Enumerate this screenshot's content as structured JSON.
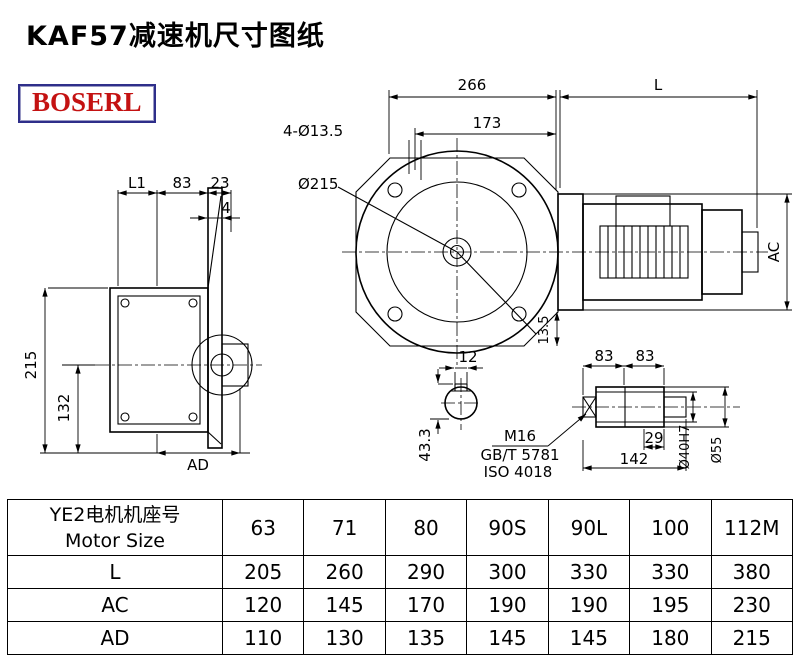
{
  "header": {
    "title": "KAF57减速机尺寸图纸",
    "logo": "BOSERL"
  },
  "drawing": {
    "labels": {
      "dim_266": "266",
      "dim_L": "L",
      "dim_173": "173",
      "holes": "4-Ø13.5",
      "dia_215": "Ø215",
      "dim_L1": "L1",
      "dim_83_top": "83",
      "dim_23": "23",
      "dim_4": "4",
      "dim_215v": "215",
      "dim_132": "132",
      "dim_AD": "AD",
      "dim_AC": "AC",
      "dim_13_5": "13.5",
      "dim_12": "12",
      "dim_43_3": "43.3",
      "thread": "M16",
      "std_gb": "GB/T 5781",
      "std_iso": "ISO 4018",
      "dim_83a": "83",
      "dim_83b": "83",
      "dim_29": "29",
      "dim_142": "142",
      "dia_40": "Ø40H7",
      "dia_55": "Ø55"
    }
  },
  "table": {
    "row_header": {
      "line1": "YE2电机机座号",
      "line2": "Motor Size"
    },
    "sizes": [
      "63",
      "71",
      "80",
      "90S",
      "90L",
      "100",
      "112M"
    ],
    "rows": [
      {
        "label": "L",
        "values": [
          "205",
          "260",
          "290",
          "300",
          "330",
          "330",
          "380"
        ]
      },
      {
        "label": "AC",
        "values": [
          "120",
          "145",
          "170",
          "190",
          "190",
          "195",
          "230"
        ]
      },
      {
        "label": "AD",
        "values": [
          "110",
          "130",
          "135",
          "145",
          "145",
          "180",
          "215"
        ]
      }
    ]
  }
}
